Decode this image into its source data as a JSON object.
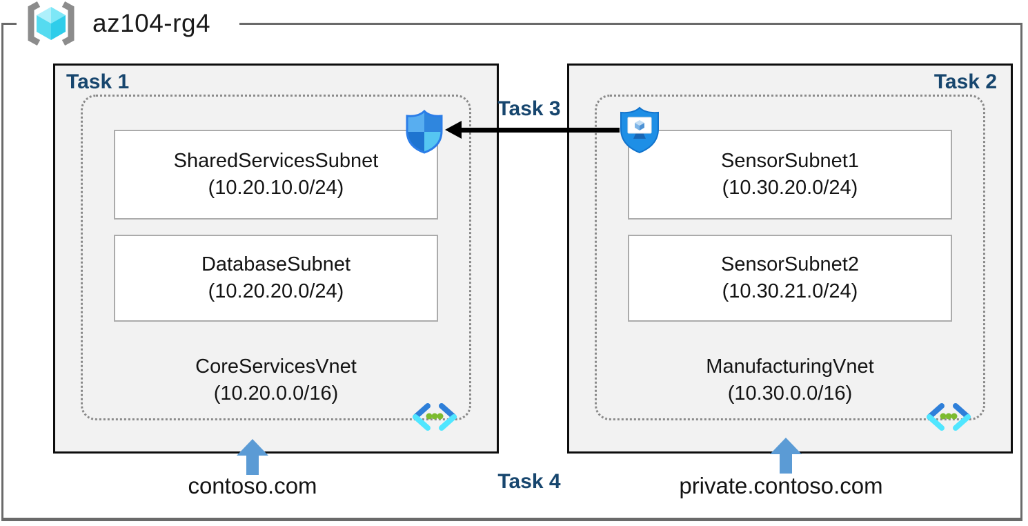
{
  "header": {
    "resource_group": "az104-rg4",
    "icon": "resource-group-icon"
  },
  "panels": [
    {
      "task_label": "Task 1",
      "vnet_name": "CoreServicesVnet",
      "vnet_cidr": "(10.20.0.0/16)",
      "dns_zone": "contoso.com",
      "subnets": [
        {
          "name": "SharedServicesSubnet",
          "cidr": "(10.20.10.0/24)"
        },
        {
          "name": "DatabaseSubnet",
          "cidr": "(10.20.20.0/24)"
        }
      ]
    },
    {
      "task_label": "Task 2",
      "vnet_name": "ManufacturingVnet",
      "vnet_cidr": "(10.30.0.0/16)",
      "dns_zone": "private.contoso.com",
      "subnets": [
        {
          "name": "SensorSubnet1",
          "cidr": "(10.30.20.0/24)"
        },
        {
          "name": "SensorSubnet2",
          "cidr": "(10.30.21.0/24)"
        }
      ]
    }
  ],
  "annotations": {
    "peering_label": "Task 3",
    "dns_label": "Task 4"
  },
  "icons": {
    "resource_group": "resource-group-brackets-cube-icon",
    "network_security_group": "nsg-shield-icon",
    "application_security_group": "asg-shield-monitor-icon",
    "virtual_network": "vnet-chevrons-icon",
    "dns_pointer": "blue-up-arrow-icon",
    "peering_arrow": "black-left-arrow-icon"
  },
  "colors": {
    "task_label": "#17466E",
    "panel_background": "#F2F2F2",
    "panel_border": "#000000",
    "subnet_border": "#ABABAB",
    "vnet_dotted_border": "#8A8A8A",
    "outer_frame_border": "#6A6A6A",
    "dns_arrow": "#5B9BD5",
    "peering_arrow": "#000000",
    "shield_blue": "#1E8FE6"
  }
}
